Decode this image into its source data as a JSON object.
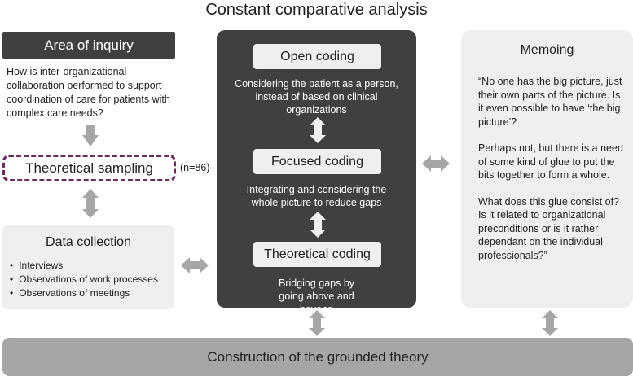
{
  "title": "Constant comparative analysis",
  "area_of_inquiry": {
    "heading": "Area of inquiry",
    "text": "How is inter-organizational collaboration performed to support coordination of care for patients with complex care needs?"
  },
  "theoretical_sampling": {
    "label": "Theoretical sampling",
    "note": "(n=86)"
  },
  "data_collection": {
    "heading": "Data collection",
    "items": [
      "Interviews",
      "Observations of work processes",
      "Observations of meetings"
    ]
  },
  "coding": [
    {
      "label": "Open coding",
      "description": "Considering the patient as a person, instead of based on clinical organizations"
    },
    {
      "label": "Focused coding",
      "description": "Integrating and considering the whole picture to reduce gaps"
    },
    {
      "label": "Theoretical coding",
      "description": "Bridging gaps by going above and beyond"
    }
  ],
  "memoing": {
    "heading": "Memoing",
    "paragraphs": [
      "“No one has the big picture, just their own parts of the picture. Is it even possible to have ‘the big picture’?",
      "Perhaps not, but there is a need of some kind of glue to put the bits together to form a whole.",
      "What does this glue consist of? Is it related to organizational preconditions or is it rather dependant on the individual professionals?”"
    ]
  },
  "construction": "Construction of the grounded theory",
  "colors": {
    "dark": "#404040",
    "light": "#efefef",
    "arrow": "#a6a6a6",
    "bottom": "#a6a6a6",
    "dashed_border": "#6e2b62"
  }
}
